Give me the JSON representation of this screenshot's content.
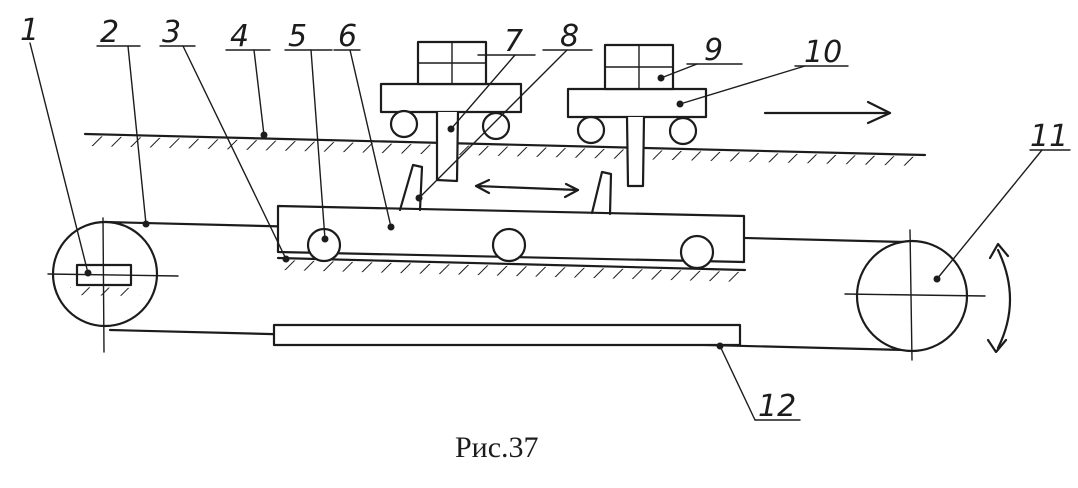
{
  "figure": {
    "caption": "Рис.37",
    "callouts": [
      "1",
      "2",
      "3",
      "4",
      "5",
      "6",
      "7",
      "8",
      "9",
      "10",
      "11",
      "12"
    ]
  }
}
